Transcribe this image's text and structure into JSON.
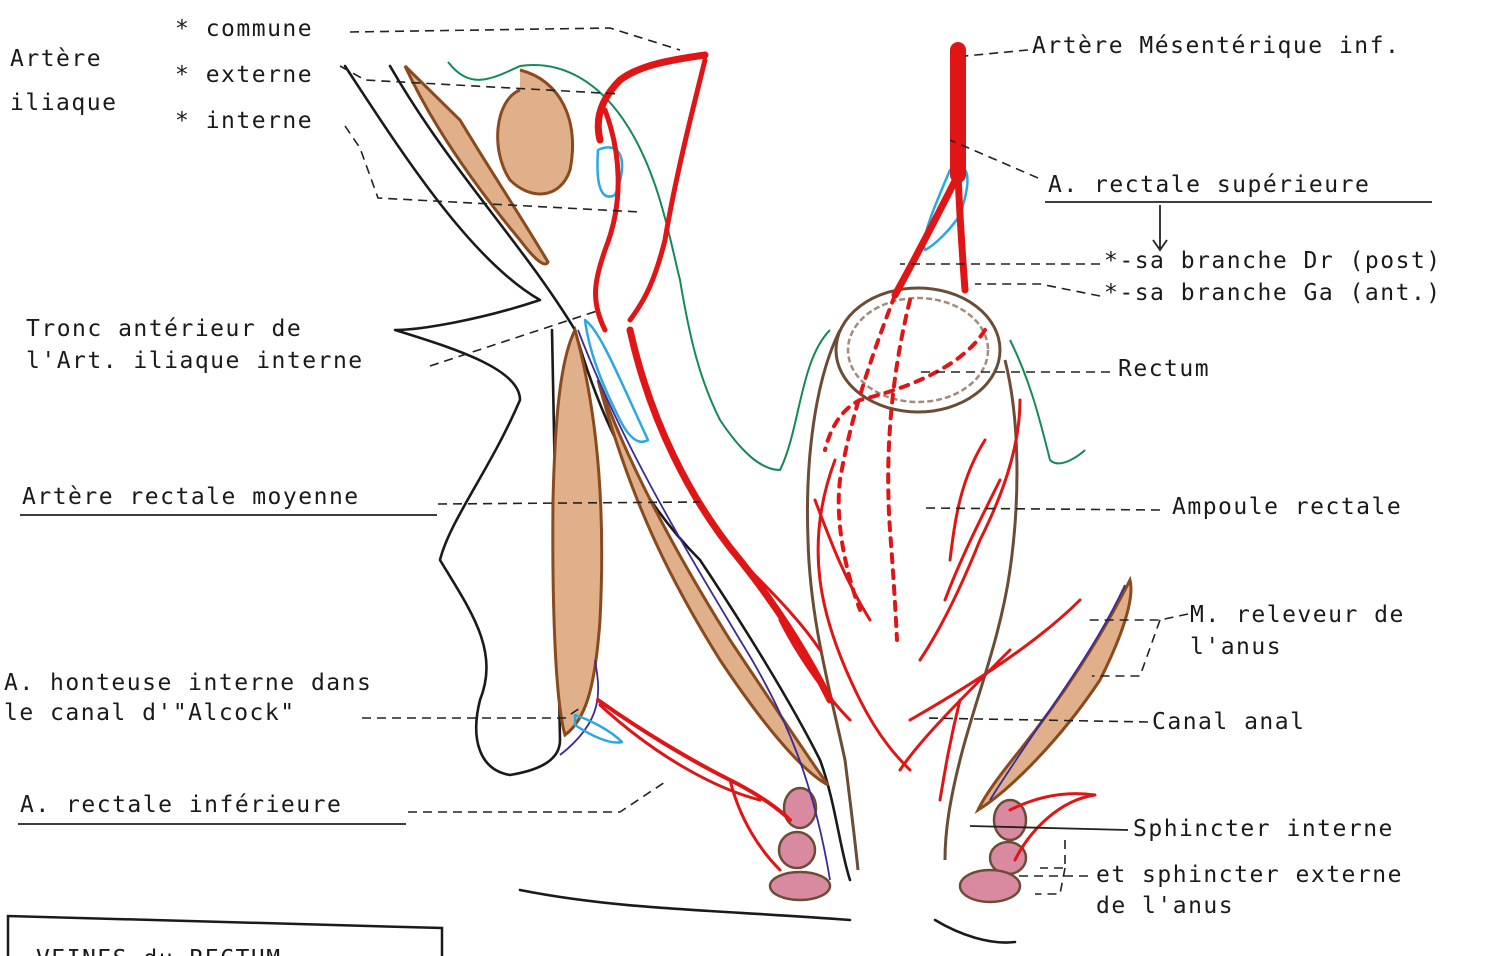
{
  "labels": {
    "artere_iliaque": [
      "Artère",
      "iliaque"
    ],
    "commune": "* commune",
    "externe": "* externe",
    "interne": "* interne",
    "mesenterique": "Artère Mésentérique inf.",
    "rectale_sup": "A. rectale supérieure",
    "branche_dr": "*-sa branche Dr (post)",
    "branche_ga": "*-sa branche Ga (ant.)",
    "tronc": [
      "Tronc antérieur de",
      "l'Art. iliaque interne"
    ],
    "rectum": "Rectum",
    "rectale_moy": "Artère rectale moyenne",
    "ampoule": "Ampoule rectale",
    "releveur": [
      "M. releveur de",
      "l'anus"
    ],
    "honteuse": [
      "A. honteuse interne dans",
      "le canal d'\"Alcock\""
    ],
    "canal_anal": "Canal anal",
    "rectale_inf": "A. rectale inférieure",
    "sphincter": [
      "Sphincter interne",
      "et sphincter externe",
      "de l'anus"
    ],
    "box_title": "VEINES du RECTUM"
  },
  "colors": {
    "artery": "#e01515",
    "vein": "#2aa8e0",
    "muscle": "#e0b08a",
    "peritoneum": "#148a55",
    "rectal_wall": "#6b4d36",
    "nerve": "#3a2a9a"
  }
}
